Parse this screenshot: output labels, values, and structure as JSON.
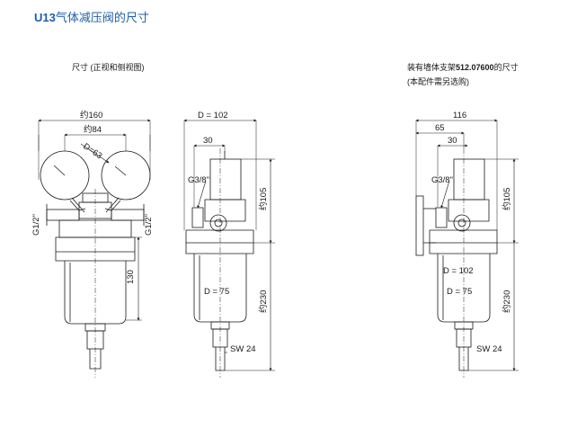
{
  "title": {
    "code": "U13",
    "text": "气体减压阀的尺寸"
  },
  "captions": {
    "left": "尺寸 (正视和侧视图)",
    "right_line1_prefix": "装有墙体支架",
    "right_line1_part": "512.07600",
    "right_line1_suffix": "的尺寸",
    "right_line2": "(本配件需另选购)"
  },
  "front_view": {
    "width_outer": "约160",
    "width_gauges": "约84",
    "gauge_diameter": "D=63",
    "thread_left": "G1/2\"",
    "thread_right": "G1/2\"",
    "height_body": "130"
  },
  "side_view": {
    "diameter_top": "D = 102",
    "offset": "30",
    "port_thread": "G3/8\"",
    "height_upper": "约105",
    "diameter_bowl": "D = 75",
    "height_lower": "约230",
    "wrench": "SW 24"
  },
  "wall_view": {
    "width_total": "116",
    "width_mid": "65",
    "offset": "30",
    "port_thread": "G3/8\"",
    "height_upper": "约105",
    "diameter_top": "D = 102",
    "diameter_bowl": "D = 75",
    "height_lower": "约230",
    "wrench": "SW 24"
  }
}
